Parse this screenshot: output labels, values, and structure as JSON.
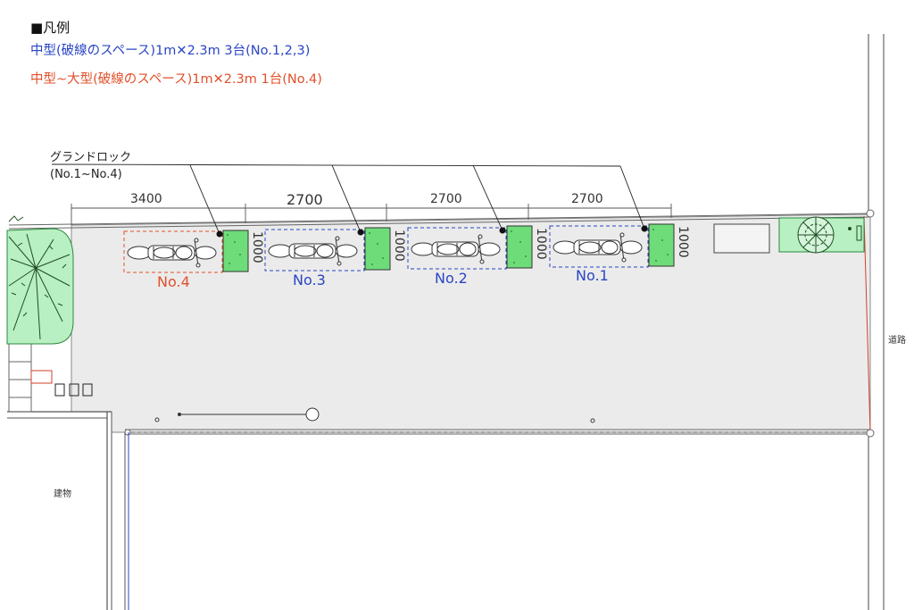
{
  "legend": {
    "title": "■凡例",
    "medium": "中型(破線のスペース)1m✕2.3m 3台(No.1,2,3)",
    "large": "中型~大型(破線のスペース)1m✕2.3m 1台(No.4)"
  },
  "callout": {
    "line1": "グランドロック",
    "line2": "(No.1~No.4)"
  },
  "dimensions": {
    "no4": "3400",
    "no3": "2700",
    "no2": "2700",
    "no1": "2700",
    "gap": "1000"
  },
  "slots": [
    {
      "label": "No.4",
      "color": "#e0502b"
    },
    {
      "label": "No.3",
      "color": "#2a45c4"
    },
    {
      "label": "No.2",
      "color": "#2a45c4"
    },
    {
      "label": "No.1",
      "color": "#2a45c4"
    }
  ],
  "labels": {
    "road": "道路",
    "building": "建物"
  },
  "colors": {
    "lot": "#ebebeb",
    "planter": "#6fdc7a",
    "blue": "#2a45c4",
    "red": "#e0502b"
  }
}
